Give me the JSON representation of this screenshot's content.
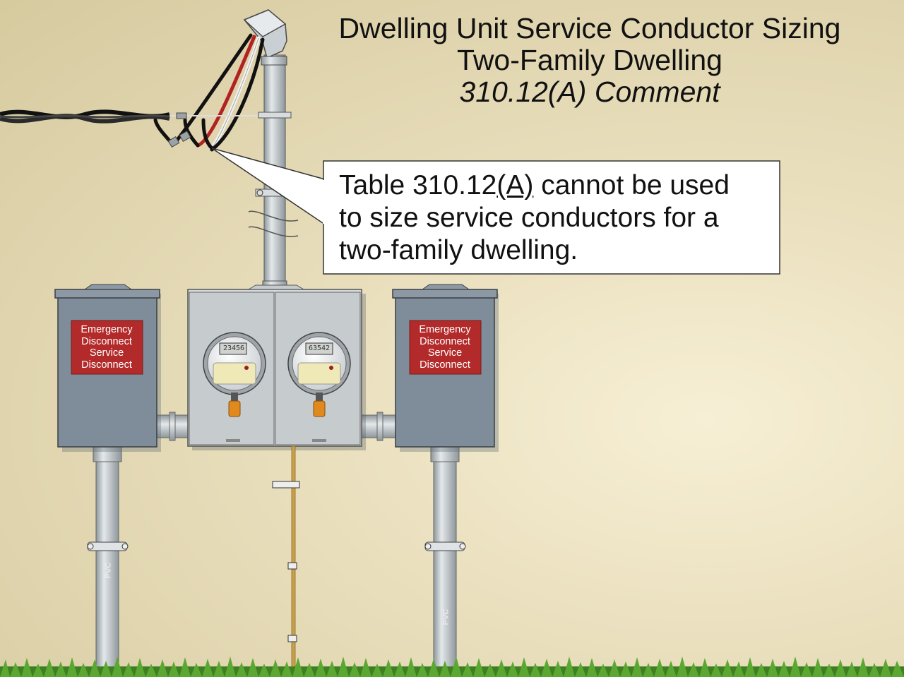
{
  "title": {
    "line1": "Dwelling Unit Service Conductor Sizing",
    "line2": "Two-Family Dwelling",
    "line3": "310.12(A) Comment"
  },
  "callout": {
    "text_before": "Table 310.12",
    "text_underlined": "(A)",
    "text_after_line1": " cannot be used",
    "line2": "to size service conductors for a",
    "line3": "two-family dwelling."
  },
  "disconnects": [
    {
      "label": "Emergency Disconnect Service Disconnect",
      "lines": [
        "Emergency",
        "Disconnect",
        "Service",
        "Disconnect"
      ]
    },
    {
      "label": "Emergency Disconnect Service Disconnect",
      "lines": [
        "Emergency",
        "Disconnect",
        "Service",
        "Disconnect"
      ]
    }
  ],
  "meters": [
    {
      "reading": "23456"
    },
    {
      "reading": "63542"
    }
  ],
  "conduit_label": "PVC",
  "colors": {
    "wall_light": "#f7efd5",
    "wall_dark": "#d6ca9f",
    "disconnect_body": "#7f8c99",
    "label_red": "#b22a2a",
    "meter_can": "#d4d8db",
    "conduit": "#b9c1c6",
    "ground_wire": "#c8a14a",
    "conductor_red": "#b22222",
    "conductor_black": "#111111",
    "grass": "#4f9a2c"
  }
}
